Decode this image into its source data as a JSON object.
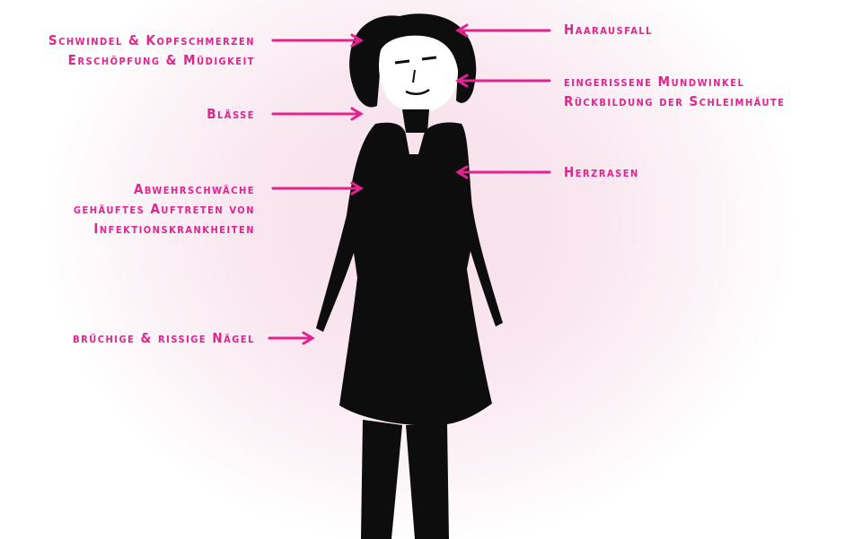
{
  "colors": {
    "accent": "#e3238f",
    "silhouette": "#0d0d0d",
    "glow": "#f7dfe9"
  },
  "labels_left": {
    "dizziness": [
      "Schwindel & Kopfschmerzen",
      "Erschöpfung & Müdigkeit"
    ],
    "pallor": [
      "Blässe"
    ],
    "immune": [
      "Abwehrschwäche",
      "gehäuftes Auftreten von",
      "Infektionskrankheiten"
    ],
    "nails": [
      "brüchige & rissige Nägel"
    ]
  },
  "labels_right": {
    "hair": [
      "Haarausfall"
    ],
    "mouth": [
      "eingerissene Mundwinkel",
      "Rückbildung der Schleimhäute"
    ],
    "heart": [
      "Herzrasen"
    ]
  }
}
